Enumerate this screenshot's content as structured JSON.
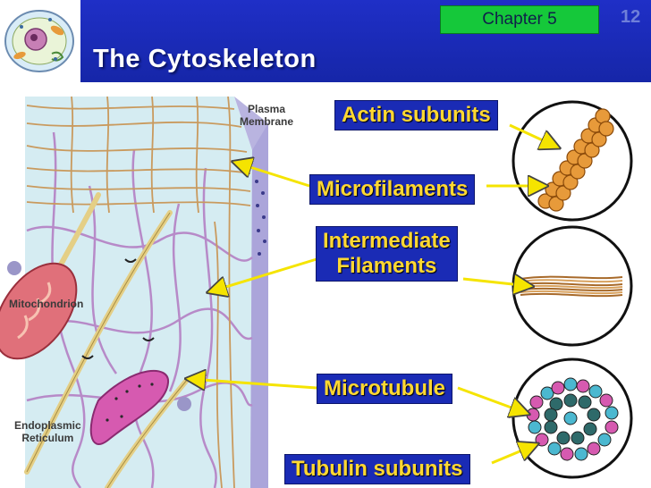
{
  "header": {
    "chapter": "Chapter 5",
    "slide_number": "12",
    "title": "The Cytoskeleton"
  },
  "labels": {
    "actin_subunits": "Actin subunits",
    "microfilaments": "Microfilaments",
    "intermediate_filaments": [
      "Intermediate",
      "Filaments"
    ],
    "microtubule": "Microtubule",
    "tubulin_subunits": "Tubulin subunits"
  },
  "cell_labels": {
    "plasma_membrane": [
      "Plasma",
      "Membrane"
    ],
    "mitochondrion": "Mitochondrion",
    "endoplasmic_reticulum": [
      "Endoplasmic",
      "Reticulum"
    ]
  },
  "colors": {
    "header_blue": "#1a2bb5",
    "chapter_green": "#15c83a",
    "label_yellow": "#ffd832",
    "arrow_yellow": "#f5e400"
  }
}
